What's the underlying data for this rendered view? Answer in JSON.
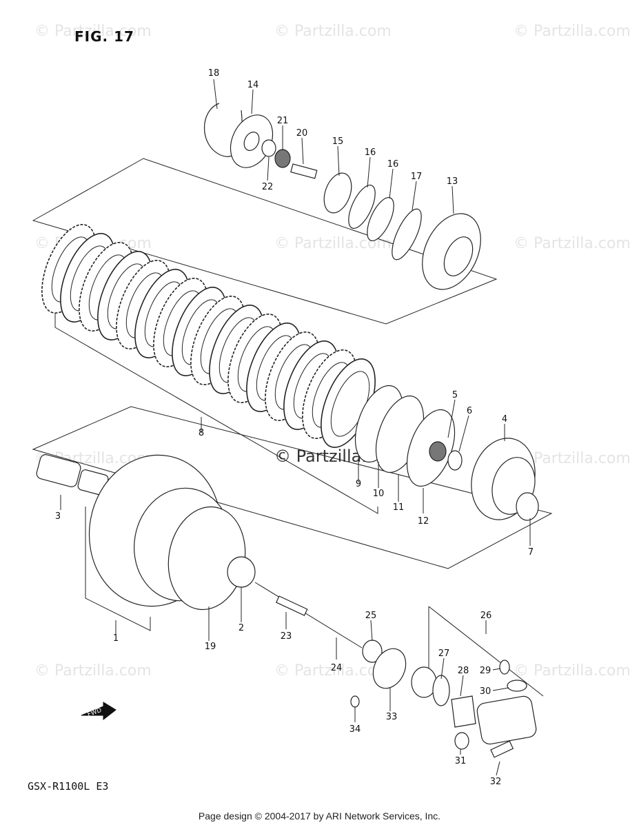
{
  "figure": {
    "title": "FIG. 17",
    "model": "GSX-R1100L E3"
  },
  "watermarks": {
    "text": "© Partzilla.com",
    "center_text": "© Partzilla.com"
  },
  "fwd_arrow_label": "FWD",
  "part_labels": {
    "c1": "1",
    "c2": "2",
    "c3": "3",
    "c4": "4",
    "c5": "5",
    "c6": "6",
    "c7": "7",
    "c8": "8",
    "c9": "9",
    "c10": "10",
    "c11": "11",
    "c12": "12",
    "c13": "13",
    "c14": "14",
    "c15": "15",
    "c16a": "16",
    "c16b": "16",
    "c17": "17",
    "c18": "18",
    "c19": "19",
    "c20": "20",
    "c21": "21",
    "c22": "22",
    "c23": "23",
    "c24": "24",
    "c25": "25",
    "c26": "26",
    "c27": "27",
    "c28": "28",
    "c29": "29",
    "c30": "30",
    "c31": "31",
    "c32": "32",
    "c33": "33",
    "c34": "34"
  },
  "footer": "Page design © 2004-2017 by ARI Network Services, Inc."
}
